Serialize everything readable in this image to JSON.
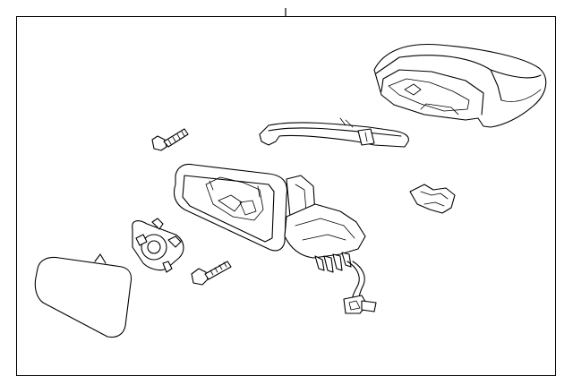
{
  "diagram": {
    "background": "#ffffff",
    "line_color": "#000000",
    "border_color": "#000000",
    "parts": [
      "callout-leader",
      "mirror-cap-cover",
      "turn-signal-lamp",
      "mounting-screw-upper",
      "mirror-housing-assembly",
      "clip-bracket",
      "power-motor-actuator",
      "mounting-screw-lower",
      "mirror-glass"
    ]
  }
}
